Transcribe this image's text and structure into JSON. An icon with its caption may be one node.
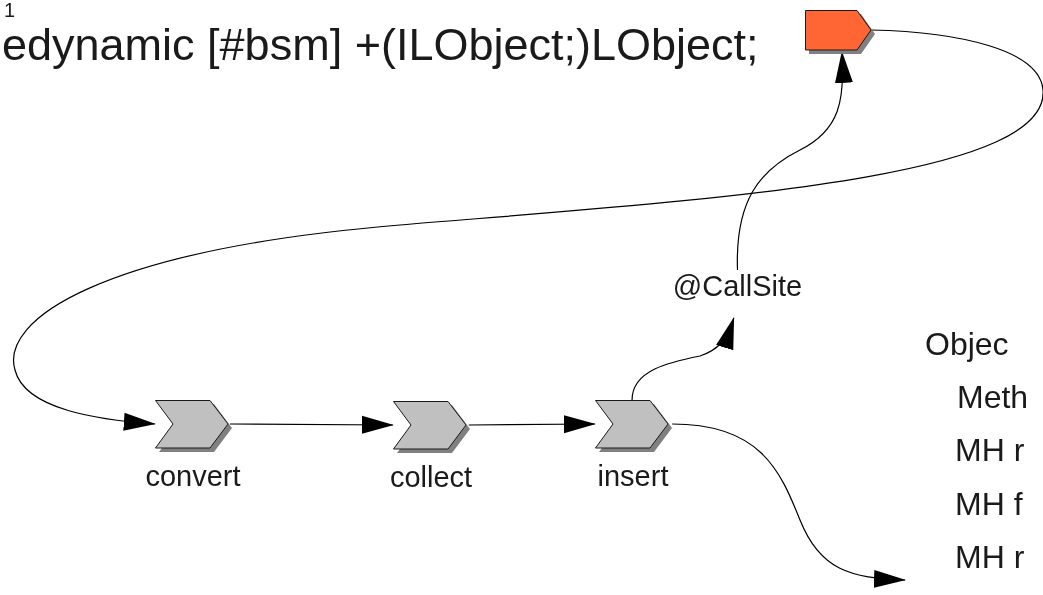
{
  "diagram": {
    "nodes": [
      {
        "text": [],
        "shape": "pentagon"
      },
      {
        "text": [
          "@CallSite"
        ]
      },
      {
        "text": [
          "convert"
        ]
      },
      {
        "text": [
          "collect"
        ]
      },
      {
        "text": [
          "insert"
        ]
      }
    ],
    "edges": [
      {
        "from": 0,
        "to": 2,
        "arrow": "to"
      },
      {
        "from": 2,
        "to": 3,
        "arrow": "to"
      },
      {
        "from": 3,
        "to": 4,
        "arrow": "to"
      },
      {
        "from": 4,
        "to": 1,
        "arrow": "to"
      },
      {
        "from": 1,
        "to": 0,
        "arrow": "to"
      },
      {
        "from": 4,
        "to": null,
        "arrow": "to"
      }
    ],
    "labels": [
      "1",
      "edynamic [#bsm] +(ILObject;)LObject;",
      "Objec",
      "Meth",
      "MH r",
      "MH f",
      "MH r"
    ]
  }
}
